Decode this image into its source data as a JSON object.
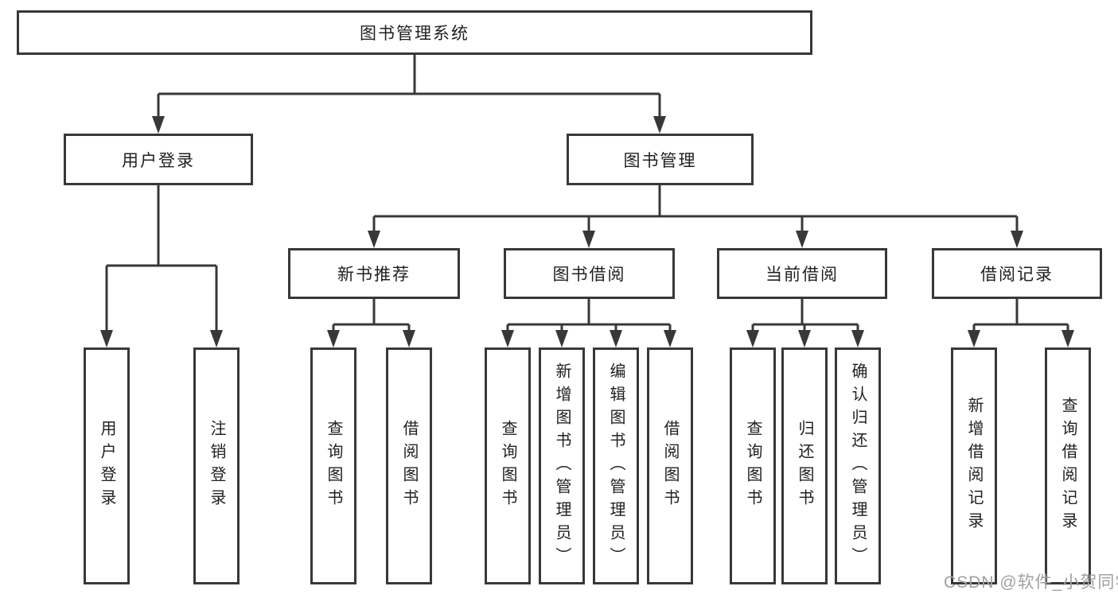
{
  "diagram": {
    "root": {
      "label": "图书管理系统"
    },
    "level2": [
      {
        "label": "用户登录"
      },
      {
        "label": "图书管理"
      }
    ],
    "level3": [
      {
        "label": "新书推荐"
      },
      {
        "label": "图书借阅"
      },
      {
        "label": "当前借阅"
      },
      {
        "label": "借阅记录"
      }
    ],
    "leaves": {
      "user_login": [
        {
          "label": "用户登录"
        },
        {
          "label": "注销登录"
        }
      ],
      "new_book": [
        {
          "label": "查询图书"
        },
        {
          "label": "借阅图书"
        }
      ],
      "book_borrow": [
        {
          "label": "查询图书"
        },
        {
          "label": "新增图书（管理员）"
        },
        {
          "label": "编辑图书（管理员）"
        },
        {
          "label": "借阅图书"
        }
      ],
      "current_borrow": [
        {
          "label": "查询图书"
        },
        {
          "label": "归还图书"
        },
        {
          "label": "确认归还（管理员）"
        }
      ],
      "borrow_records": [
        {
          "label": "新增借阅记录"
        },
        {
          "label": "查询借阅记录"
        }
      ]
    }
  },
  "watermark": {
    "text": "CSDN @软件_小贺同学"
  },
  "colors": {
    "line": "#383838",
    "text": "#212121",
    "watermark": "#a0a0a0",
    "background": "#ffffff"
  }
}
